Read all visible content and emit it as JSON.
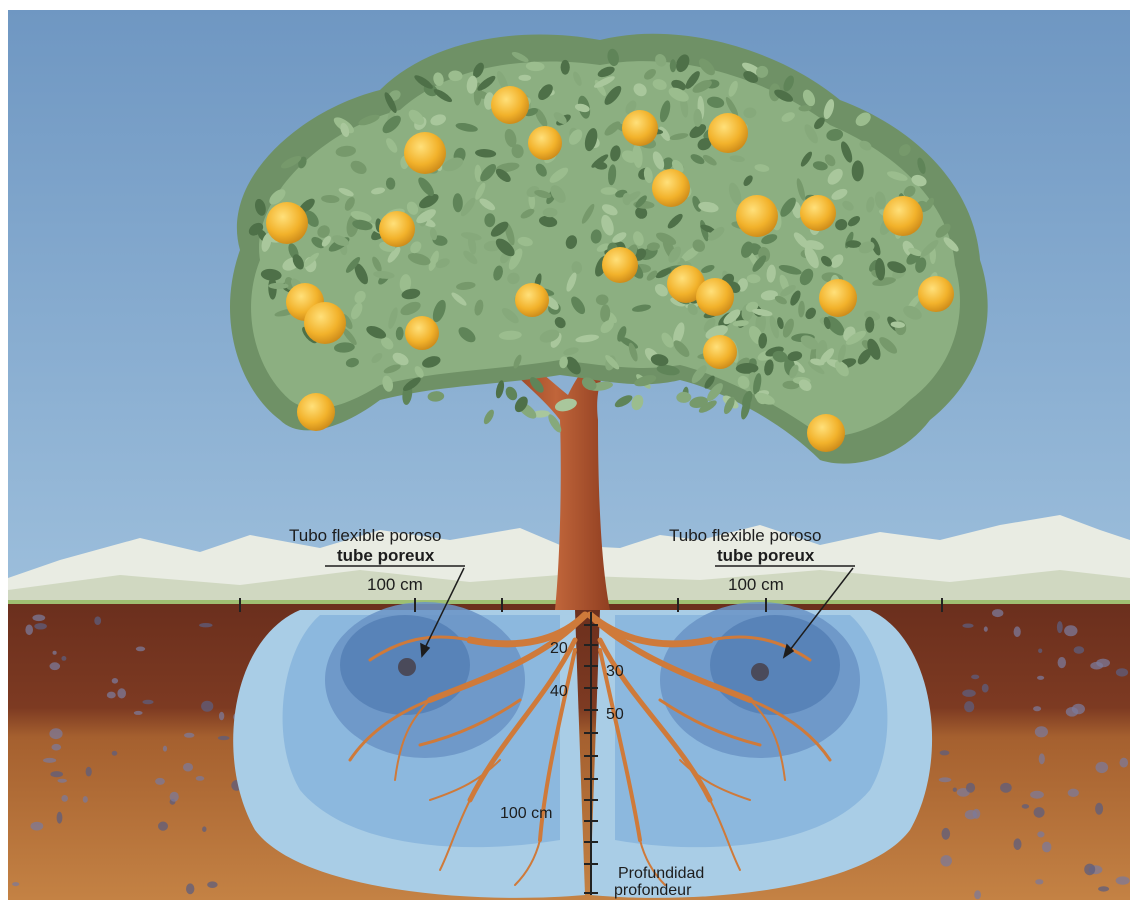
{
  "left_tube": {
    "label_es": "Tubo flexible poroso",
    "label_fr": "tube poreux",
    "distance": "100 cm"
  },
  "right_tube": {
    "label_es": "Tubo flexible poroso",
    "label_fr": "tube poreux",
    "distance": "100 cm"
  },
  "depth_scale": {
    "ticks": [
      "20",
      "30",
      "40",
      "50",
      "100 cm"
    ],
    "title_es": "Profundidad",
    "title_fr": "profondeur"
  },
  "colors": {
    "sky": "#7fa6cc",
    "soil_top": "#6b2f1d",
    "soil_bottom": "#b9773f",
    "wet_zone_outer": "#a9cde6",
    "wet_zone_mid": "#7aa8d4",
    "wet_zone_inner": "#4e77ad",
    "trunk": "#b0552f",
    "roots": "#d07a3a",
    "foliage": "#7e9f74",
    "fruit": "#f2b22b"
  }
}
